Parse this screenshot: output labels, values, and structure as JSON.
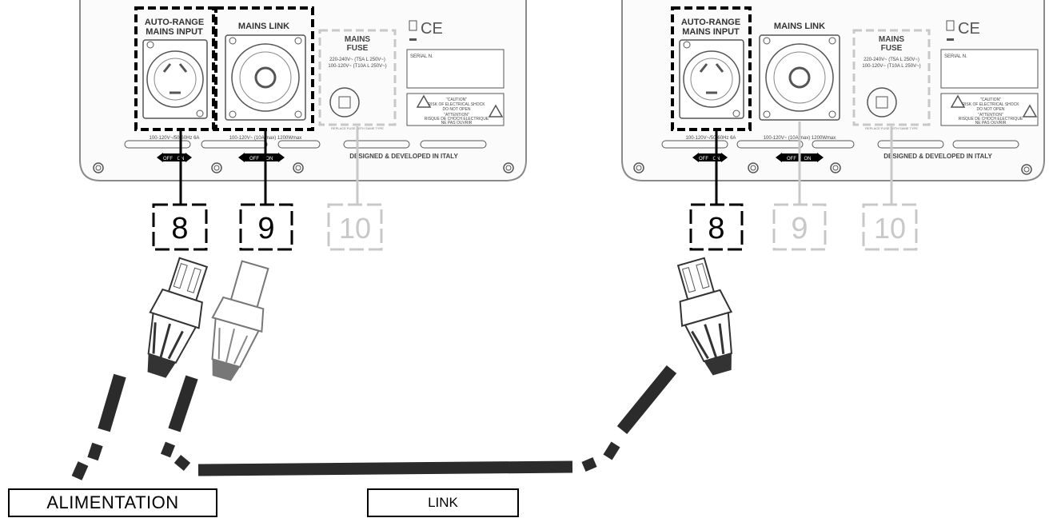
{
  "units": [
    {
      "id": "left",
      "input_label_1": "AUTO-RANGE",
      "input_label_2": "MAINS INPUT",
      "link_label": "MAINS LINK",
      "fuse_label_1": "MAINS",
      "fuse_label_2": "FUSE",
      "fuse_spec_1": "220-240V~ (T5A L 250V~)",
      "fuse_spec_2": "100-120V~ (T10A L 250V~)",
      "serial_label": "SERIAL N.",
      "ce_mark": "CE",
      "caution_1": "\"CAUTION\"",
      "caution_2": "RISK OF ELECTRICAL SHOCK",
      "caution_3": "DO NOT OPEN",
      "attention_1": "\"ATTENTION\"",
      "attention_2": "RISQUE DE CHOCH ELECTRIQUE",
      "attention_3": "NE PAS OUVRIR",
      "input_rating": "100-120V~/50-60Hz 6A",
      "link_rating": "100-120V~ (10A max) 1200Wmax",
      "replace_note": "REPLACE FUSE WITH SAME TYPE",
      "off_label": "OFF",
      "on_label": "ON",
      "designed": "DESIGNED & DEVELOPED IN ITALY",
      "callouts": [
        {
          "label": "8",
          "active": true
        },
        {
          "label": "9",
          "active": true
        },
        {
          "label": "10",
          "active": false
        }
      ]
    },
    {
      "id": "right",
      "input_label_1": "AUTO-RANGE",
      "input_label_2": "MAINS INPUT",
      "link_label": "MAINS LINK",
      "fuse_label_1": "MAINS",
      "fuse_label_2": "FUSE",
      "fuse_spec_1": "220-240V~ (T5A L 250V~)",
      "fuse_spec_2": "100-120V~ (T10A L 250V~)",
      "serial_label": "SERIAL N.",
      "ce_mark": "CE",
      "caution_1": "\"CAUTION\"",
      "caution_2": "RISK OF ELECTRICAL SHOCK",
      "caution_3": "DO NOT OPEN",
      "attention_1": "\"ATTENTION\"",
      "attention_2": "RISQUE DE CHOCH ELECTRIQUE",
      "attention_3": "NE PAS OUVRIR",
      "input_rating": "100-120V~/50-60Hz 6A",
      "link_rating": "100-120V~ (10A max) 1200Wmax",
      "replace_note": "REPLACE FUSE WITH SAME TYPE",
      "off_label": "OFF",
      "on_label": "ON",
      "designed": "DESIGNED & DEVELOPED IN ITALY",
      "callouts": [
        {
          "label": "8",
          "active": true
        },
        {
          "label": "9",
          "active": false
        },
        {
          "label": "10",
          "active": false
        }
      ]
    }
  ],
  "captions": {
    "power": "ALIMENTATION",
    "link": "LINK"
  },
  "colors": {
    "ink": "#000000",
    "panel_stroke": "#8a8a8a",
    "faded": "#c8c8c8",
    "connector": "#555555"
  }
}
